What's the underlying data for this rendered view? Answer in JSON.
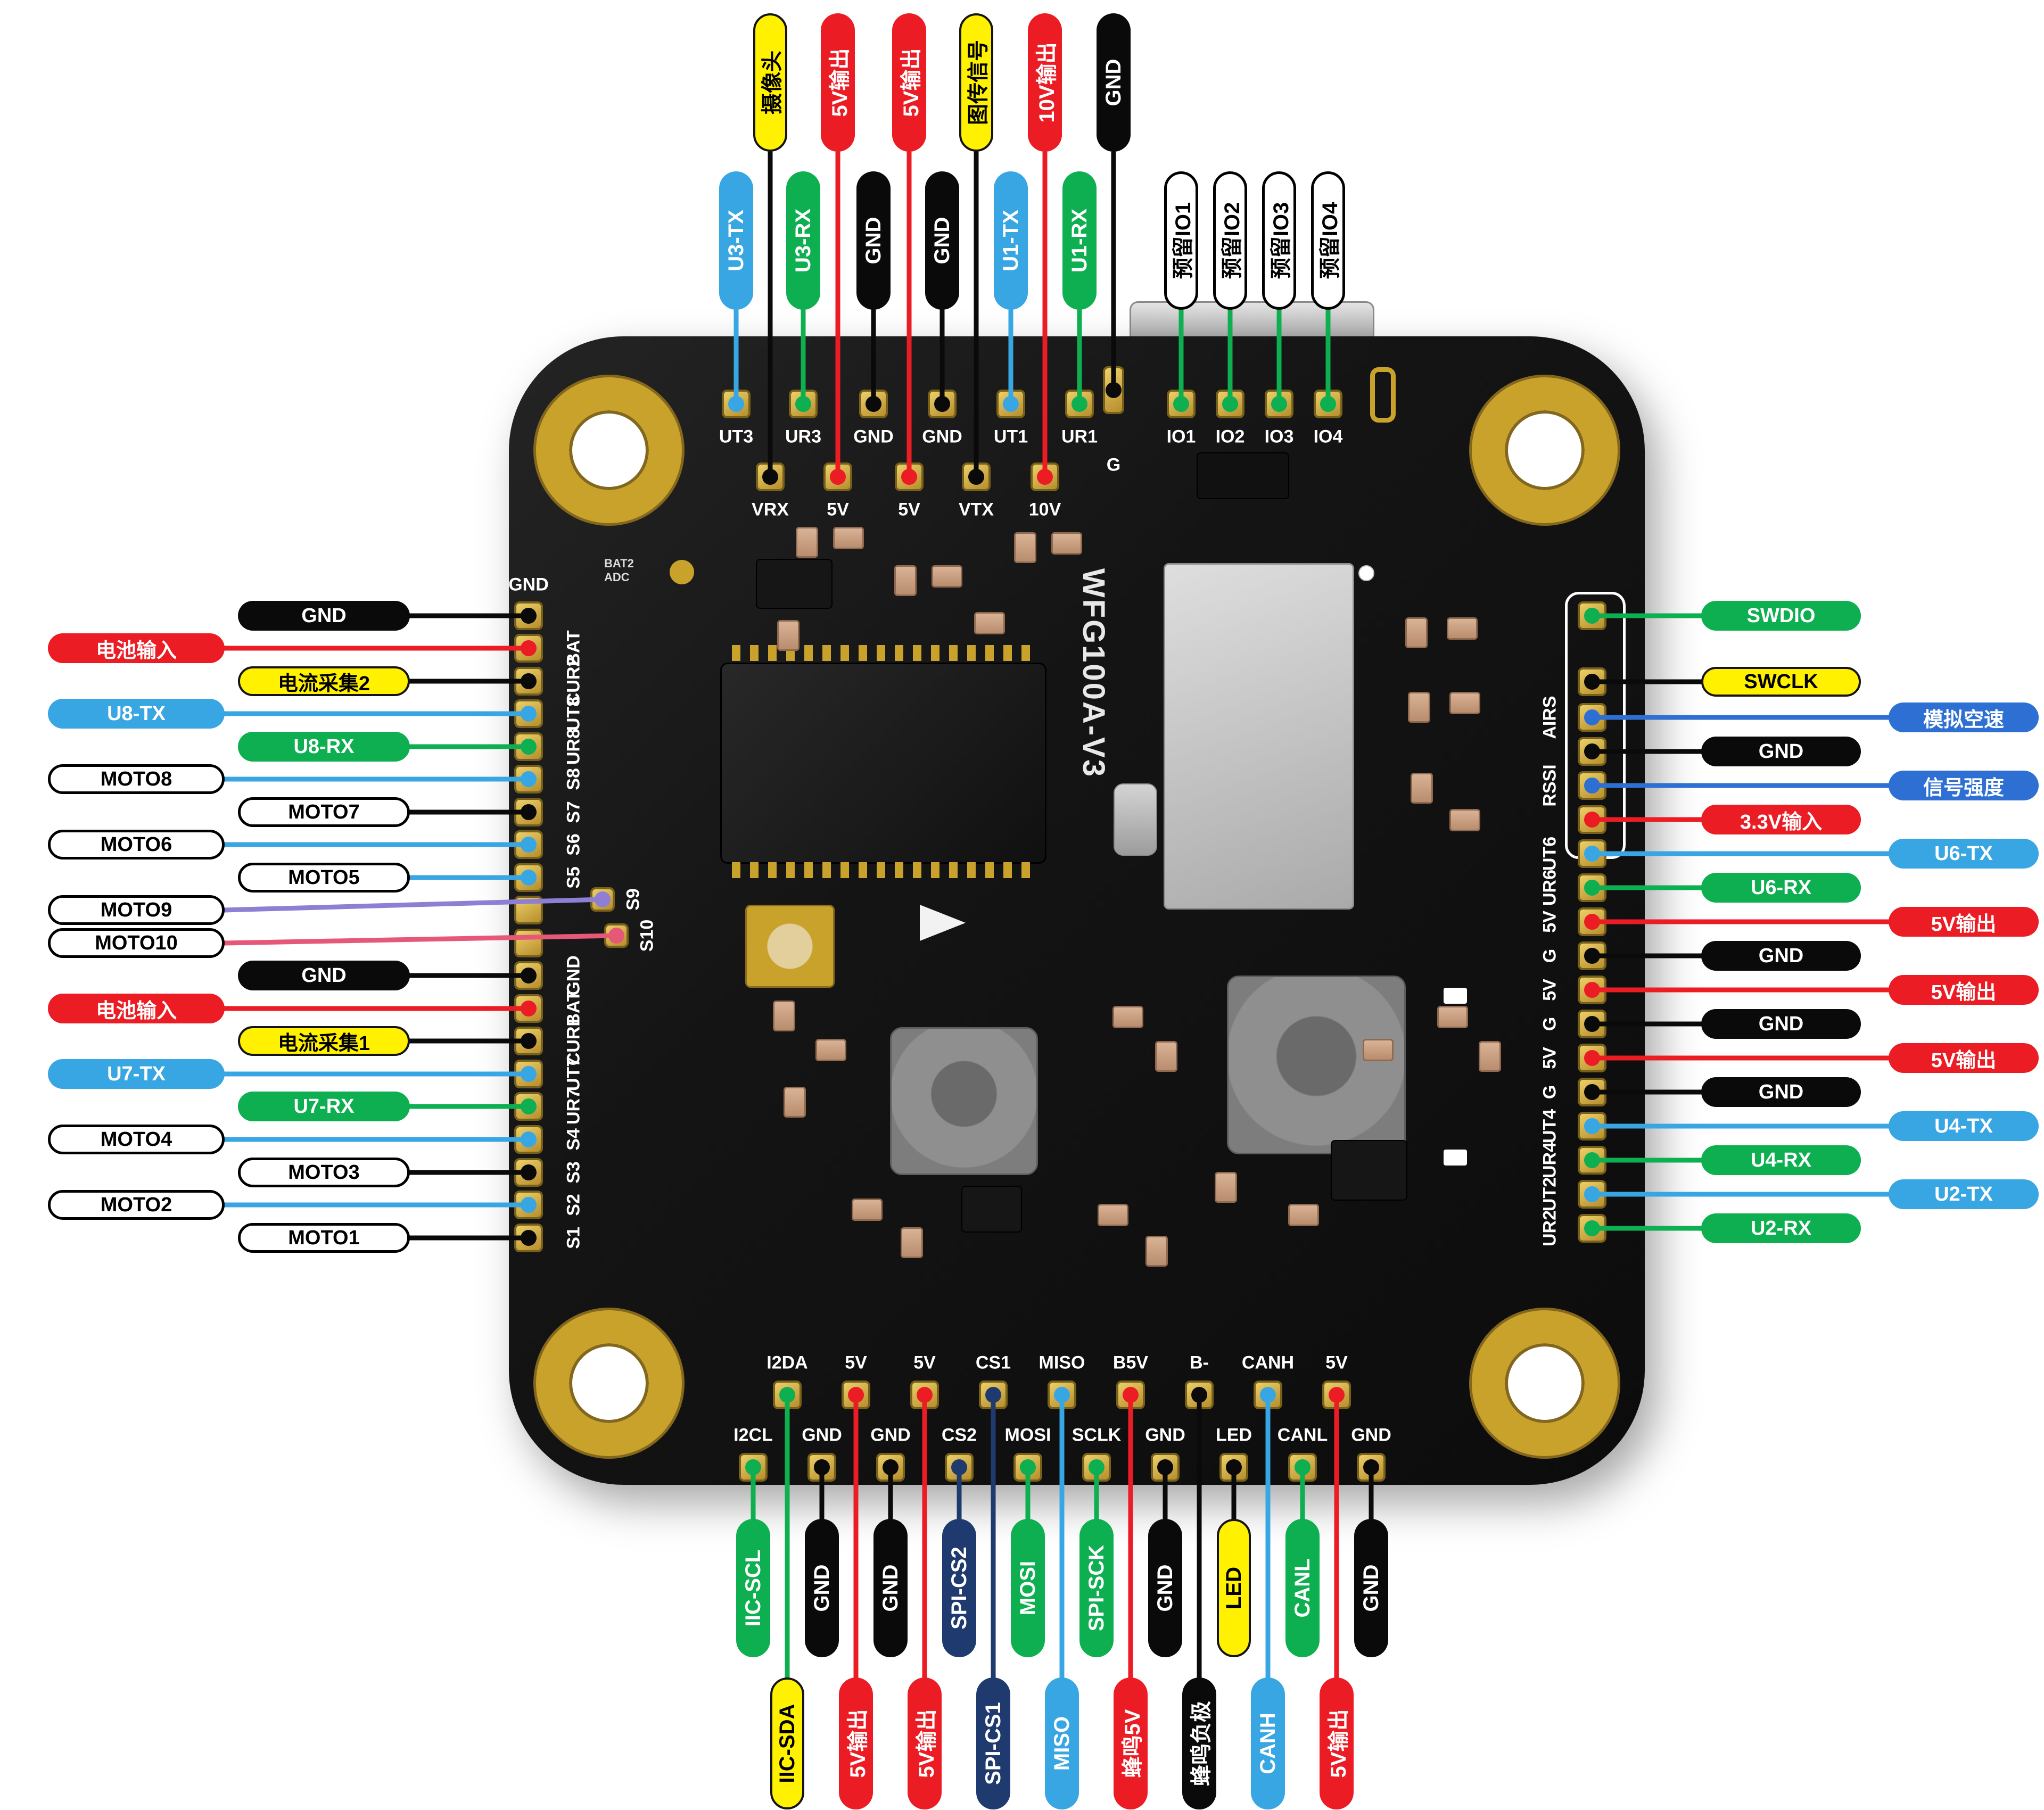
{
  "board": {
    "silkscreen": "WFG100A-V3",
    "silkscreen_small": "BAT2\nADC",
    "top_pins_outer": [
      "UT3",
      "UR3",
      "GND",
      "GND",
      "UT1",
      "UR1"
    ],
    "top_pins_io": [
      "IO1",
      "IO2",
      "IO3",
      "IO4"
    ],
    "top_pins_inner": [
      "VRX",
      "5V",
      "5V",
      "VTX",
      "10V",
      "G"
    ],
    "left_pins": [
      "GND",
      "BAT",
      "CUR2",
      "UT8",
      "UR8",
      "S8",
      "S7",
      "S6",
      "S5",
      "",
      "",
      "GND",
      "BAT",
      "CUR1",
      "UT7",
      "UR7",
      "S4",
      "S3",
      "S2",
      "S1"
    ],
    "left_inset_pins": [
      "S9",
      "S10"
    ],
    "right_pins": [
      "",
      "",
      "AIRS",
      "",
      "RSSI",
      "",
      "UT6",
      "UR6",
      "5V",
      "G",
      "5V",
      "G",
      "5V",
      "G",
      "UT4",
      "UR4",
      "UT2",
      "UR2"
    ],
    "bottom_pins_inner": [
      "I2DA",
      "5V",
      "5V",
      "CS1",
      "MISO",
      "B5V",
      "B-",
      "CANH",
      "5V"
    ],
    "bottom_pins_outer": [
      "I2CL",
      "GND",
      "GND",
      "CS2",
      "MOSI",
      "SCLK",
      "GND",
      "LED",
      "CANL",
      "GND"
    ]
  },
  "labels": {
    "top_row1": [
      {
        "text": "摄像头",
        "style": "yellow",
        "wire": "black"
      },
      {
        "text": "5V输出",
        "style": "red",
        "wire": "red"
      },
      {
        "text": "5V输出",
        "style": "red",
        "wire": "red"
      },
      {
        "text": "图传信号",
        "style": "yellow",
        "wire": "black"
      },
      {
        "text": "10V输出",
        "style": "red",
        "wire": "red"
      },
      {
        "text": "GND",
        "style": "black",
        "wire": "black"
      }
    ],
    "top_row2": [
      {
        "text": "U3-TX",
        "style": "cyan",
        "wire": "cyan"
      },
      {
        "text": "U3-RX",
        "style": "green",
        "wire": "green"
      },
      {
        "text": "GND",
        "style": "black",
        "wire": "black"
      },
      {
        "text": "GND",
        "style": "black",
        "wire": "black"
      },
      {
        "text": "U1-TX",
        "style": "cyan",
        "wire": "cyan"
      },
      {
        "text": "U1-RX",
        "style": "green",
        "wire": "green"
      }
    ],
    "top_io": [
      {
        "text": "预留IO1",
        "style": "white",
        "wire": "green"
      },
      {
        "text": "预留IO2",
        "style": "white",
        "wire": "green"
      },
      {
        "text": "预留IO3",
        "style": "white",
        "wire": "green"
      },
      {
        "text": "预留IO4",
        "style": "white",
        "wire": "green"
      }
    ],
    "left": [
      {
        "text": "GND",
        "style": "black",
        "wire": "black"
      },
      {
        "text": "电池输入",
        "style": "red",
        "wire": "red"
      },
      {
        "text": "电流采集2",
        "style": "yellow",
        "wire": "black"
      },
      {
        "text": "U8-TX",
        "style": "cyan",
        "wire": "cyan"
      },
      {
        "text": "U8-RX",
        "style": "green",
        "wire": "green"
      },
      {
        "text": "MOTO8",
        "style": "white",
        "wire": "cyan"
      },
      {
        "text": "MOTO7",
        "style": "white",
        "wire": "black"
      },
      {
        "text": "MOTO6",
        "style": "white",
        "wire": "cyan"
      },
      {
        "text": "MOTO5",
        "style": "white",
        "wire": "cyan"
      },
      {
        "text": "MOTO9",
        "style": "white",
        "wire": "purple"
      },
      {
        "text": "MOTO10",
        "style": "white",
        "wire": "pink"
      },
      {
        "text": "GND",
        "style": "black",
        "wire": "black"
      },
      {
        "text": "电池输入",
        "style": "red",
        "wire": "red"
      },
      {
        "text": "电流采集1",
        "style": "yellow",
        "wire": "black"
      },
      {
        "text": "U7-TX",
        "style": "cyan",
        "wire": "cyan"
      },
      {
        "text": "U7-RX",
        "style": "green",
        "wire": "green"
      },
      {
        "text": "MOTO4",
        "style": "white",
        "wire": "cyan"
      },
      {
        "text": "MOTO3",
        "style": "white",
        "wire": "black"
      },
      {
        "text": "MOTO2",
        "style": "white",
        "wire": "cyan"
      },
      {
        "text": "MOTO1",
        "style": "white",
        "wire": "black"
      }
    ],
    "right": [
      {
        "text": "SWDIO",
        "style": "green",
        "wire": "green"
      },
      {
        "text": "SWCLK",
        "style": "yellow",
        "wire": "black"
      },
      {
        "text": "模拟空速",
        "style": "blue",
        "wire": "blue"
      },
      {
        "text": "GND",
        "style": "black",
        "wire": "black"
      },
      {
        "text": "信号强度",
        "style": "blue",
        "wire": "blue"
      },
      {
        "text": "3.3V输入",
        "style": "red",
        "wire": "red"
      },
      {
        "text": "U6-TX",
        "style": "cyan",
        "wire": "cyan"
      },
      {
        "text": "U6-RX",
        "style": "green",
        "wire": "green"
      },
      {
        "text": "5V输出",
        "style": "red",
        "wire": "red"
      },
      {
        "text": "GND",
        "style": "black",
        "wire": "black"
      },
      {
        "text": "5V输出",
        "style": "red",
        "wire": "red"
      },
      {
        "text": "GND",
        "style": "black",
        "wire": "black"
      },
      {
        "text": "5V输出",
        "style": "red",
        "wire": "red"
      },
      {
        "text": "GND",
        "style": "black",
        "wire": "black"
      },
      {
        "text": "U4-TX",
        "style": "cyan",
        "wire": "cyan"
      },
      {
        "text": "U4-RX",
        "style": "green",
        "wire": "green"
      },
      {
        "text": "U2-TX",
        "style": "cyan",
        "wire": "cyan"
      },
      {
        "text": "U2-RX",
        "style": "green",
        "wire": "green"
      }
    ],
    "bottom_row1": [
      {
        "text": "IIC-SCL",
        "style": "green",
        "wire": "green"
      },
      {
        "text": "GND",
        "style": "black",
        "wire": "black"
      },
      {
        "text": "GND",
        "style": "black",
        "wire": "black"
      },
      {
        "text": "SPI-CS2",
        "style": "navy",
        "wire": "navy"
      },
      {
        "text": "MOSI",
        "style": "green",
        "wire": "green"
      },
      {
        "text": "SPI-SCK",
        "style": "green",
        "wire": "green"
      },
      {
        "text": "GND",
        "style": "black",
        "wire": "black"
      },
      {
        "text": "LED",
        "style": "yellow",
        "wire": "black"
      },
      {
        "text": "CANL",
        "style": "green",
        "wire": "green"
      },
      {
        "text": "GND",
        "style": "black",
        "wire": "black"
      }
    ],
    "bottom_row2": [
      {
        "text": "IIC-SDA",
        "style": "yellow",
        "wire": "green"
      },
      {
        "text": "5V输出",
        "style": "red",
        "wire": "red"
      },
      {
        "text": "5V输出",
        "style": "red",
        "wire": "red"
      },
      {
        "text": "SPI-CS1",
        "style": "navy",
        "wire": "navy"
      },
      {
        "text": "MISO",
        "style": "cyan",
        "wire": "cyan"
      },
      {
        "text": "蜂鸣5V",
        "style": "red",
        "wire": "red"
      },
      {
        "text": "蜂鸣负极",
        "style": "black",
        "wire": "black"
      },
      {
        "text": "CANH",
        "style": "cyan",
        "wire": "cyan"
      },
      {
        "text": "5V输出",
        "style": "red",
        "wire": "red"
      }
    ]
  },
  "palette": {
    "red": "#EC1C24",
    "green": "#0DAF50",
    "cyan": "#38A6E3",
    "blue": "#2D6FD2",
    "yellow": "#FFF100",
    "black": "#0A0A0A",
    "white": "#FFFFFF",
    "navy": "#1E3A6E",
    "purple": "#8F7FD4",
    "pink": "#E65878",
    "gold": "#C9A22B",
    "board": "#141414"
  }
}
